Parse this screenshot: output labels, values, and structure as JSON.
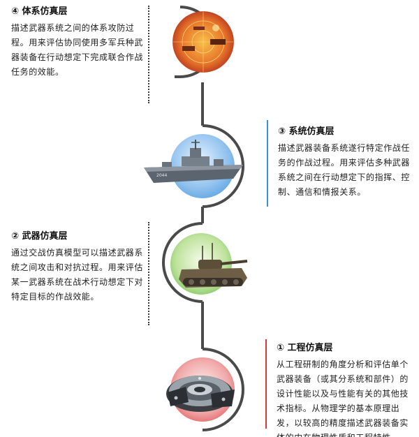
{
  "layers": [
    {
      "id": "system-of-systems",
      "title": "④ 体系仿真层",
      "desc": "描述武器系统之间的体系攻防过程。用来评估协同使用多军兵种武器装备在行动想定下完成联合作战任务的效能。",
      "image": "battlefield-radar-icon",
      "accent": "#e0461f"
    },
    {
      "id": "system",
      "title": "③ 系统仿真层",
      "desc": "描述武器装备系统遂行特定作战任务的作战过程。用来评估多种武器系统之间在行动想定下的指挥、控制、通信和情报关系。",
      "image": "warship-icon",
      "accent": "#3d8fd6",
      "hull_number": "2044"
    },
    {
      "id": "weapon",
      "title": "② 武器仿真层",
      "desc": "通过交战仿真模型可以描述武器系统之间攻击和对抗过程。用来评估某一武器系统在战术行动想定下对特定目标的作战效能。",
      "image": "tank-icon",
      "accent": "#5bb33f"
    },
    {
      "id": "engineering",
      "title": "① 工程仿真层",
      "desc": "从工程研制的角度分析和评估单个武器装备（或其分系统和部件）的设计性能以及与性能有关的其他技术指标。从物理学的基本原理出发，以较高的精度描述武器装备实体的内在物理性质和工程特性。",
      "image": "mechanical-component-icon",
      "accent": "#d9363a"
    }
  ]
}
